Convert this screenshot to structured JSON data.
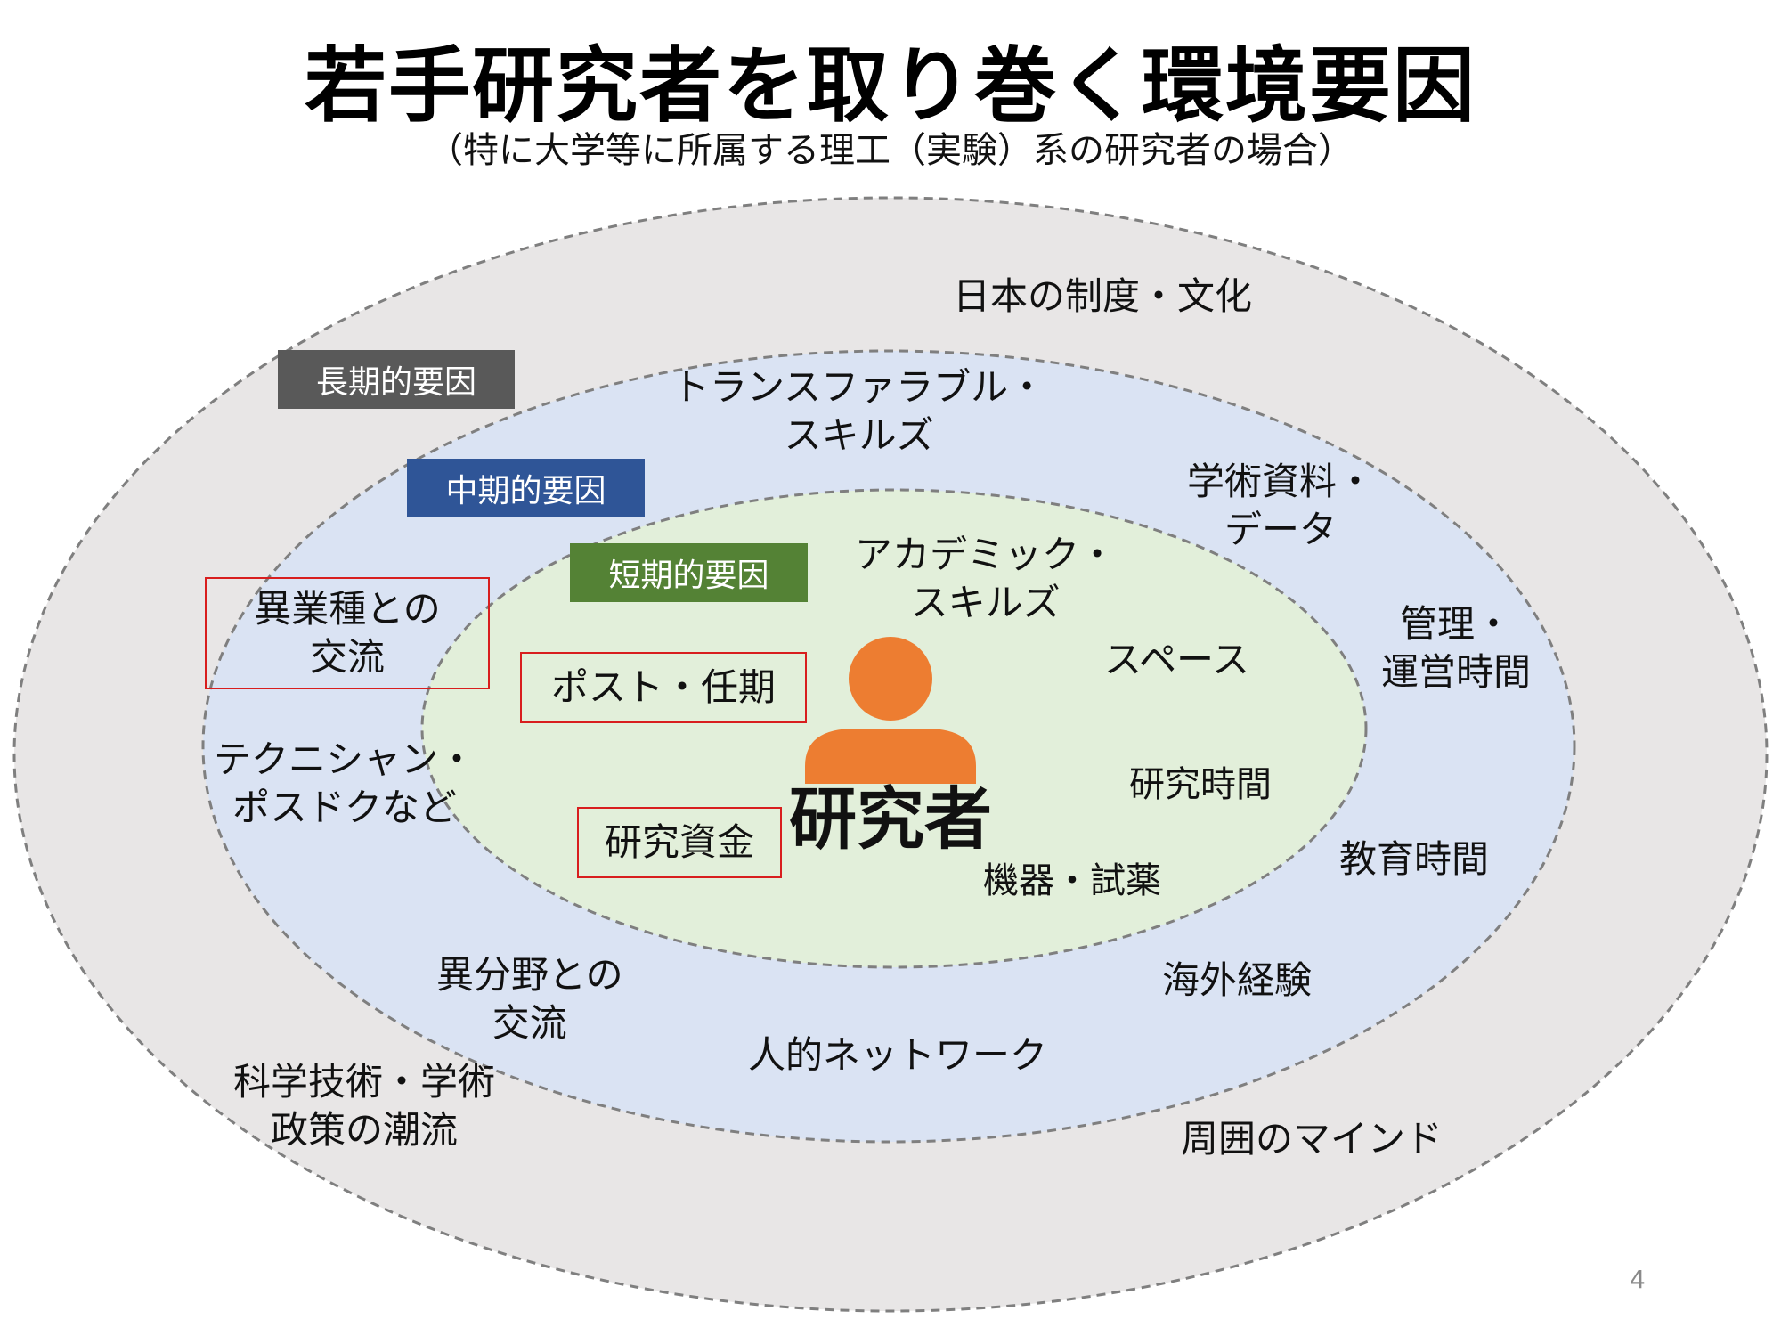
{
  "title": "若手研究者を取り巻く環境要因",
  "subtitle": "（特に大学等に所属する理工（実験）系の研究者の場合）",
  "colors": {
    "outer_fill": "#e8e6e6",
    "middle_fill": "#dae3f3",
    "inner_fill": "#e2efda",
    "ring_stroke": "#7f7f7f",
    "long_tag": "#595959",
    "mid_tag": "#2f5597",
    "short_tag": "#548235",
    "person": "#ed7d31",
    "highlight_border": "#d81e1e"
  },
  "tags": {
    "long_term": "長期的要因",
    "mid_term": "中期的要因",
    "short_term": "短期的要因"
  },
  "center": {
    "label": "研究者",
    "icon": "person-icon"
  },
  "outer_items": {
    "japan_system": "日本の制度・文化",
    "policy_line1": "科学技術・学術",
    "policy_line2": "政策の潮流",
    "mindset": "周囲のマインド"
  },
  "middle_items": {
    "transferable_line1": "トランスファラブル・",
    "transferable_line2": "スキルズ",
    "materials_line1": "学術資料・",
    "materials_line2": "データ",
    "management_line1": "管理・",
    "management_line2": "運営時間",
    "industry_line1": "異業種との",
    "industry_line2": "交流",
    "technician_line1": "テクニシャン・",
    "technician_line2": "ポスドクなど",
    "education_time": "教育時間",
    "other_field_line1": "異分野との",
    "other_field_line2": "交流",
    "overseas": "海外経験",
    "network": "人的ネットワーク"
  },
  "inner_items": {
    "academic_line1": "アカデミック・",
    "academic_line2": "スキルズ",
    "space": "スペース",
    "post": "ポスト・任期",
    "research_time": "研究時間",
    "funding": "研究資金",
    "equipment": "機器・試薬"
  },
  "page_number": "4"
}
